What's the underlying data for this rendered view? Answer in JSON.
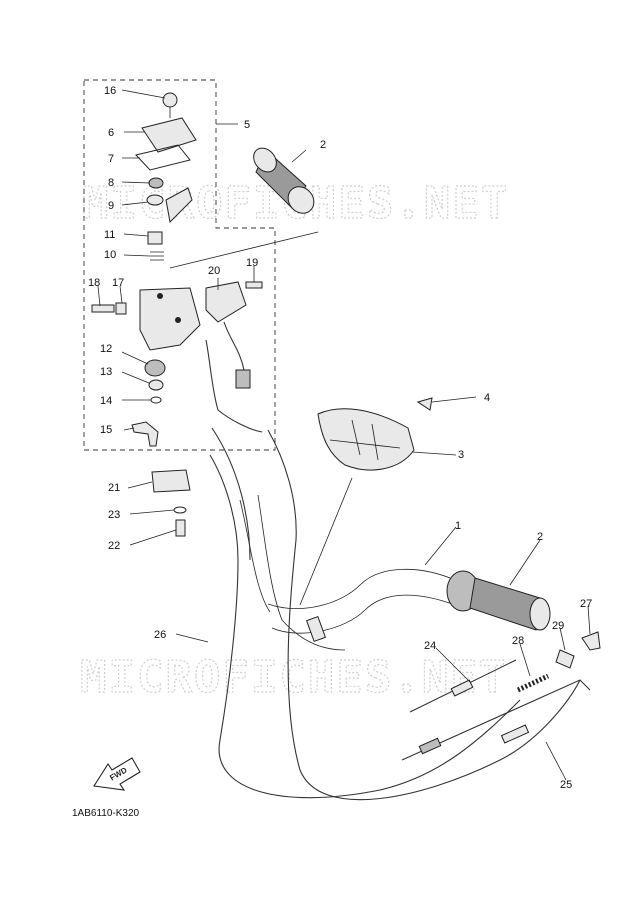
{
  "watermarks": [
    "MICROFICHES.NET",
    "MICROFICHES.NET"
  ],
  "diagram_code": "1AB6110-K320",
  "direction_label": "FWD",
  "callouts": {
    "c1": "1",
    "c2a": "2",
    "c2b": "2",
    "c3": "3",
    "c4": "4",
    "c5": "5",
    "c6": "6",
    "c7": "7",
    "c8": "8",
    "c9": "9",
    "c10": "10",
    "c11": "11",
    "c12": "12",
    "c13": "13",
    "c14": "14",
    "c15": "15",
    "c16": "16",
    "c17": "17",
    "c18": "18",
    "c19": "19",
    "c20": "20",
    "c21": "21",
    "c22": "22",
    "c23": "23",
    "c24": "24",
    "c25": "25",
    "c26": "26",
    "c27": "27",
    "c28": "28",
    "c29": "29"
  },
  "icons": {
    "fwd_arrow": "fwd-arrow-icon"
  }
}
